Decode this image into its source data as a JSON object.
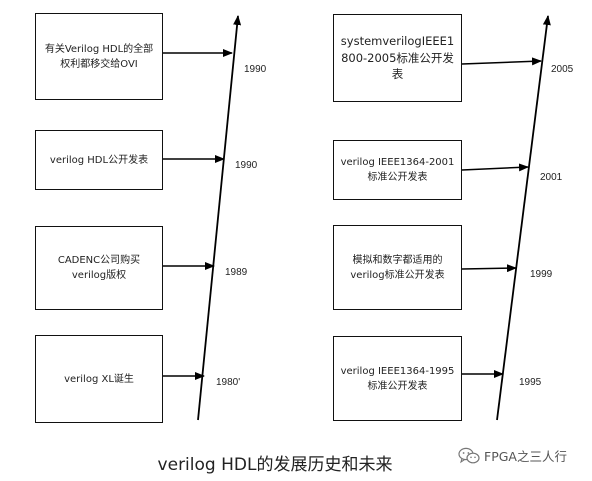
{
  "left_timeline": {
    "events": [
      {
        "text": "有关Verilog HDL的全部权利都移交给OVI",
        "year": "1990"
      },
      {
        "text": "verilog HDL公开发表",
        "year": "1990"
      },
      {
        "text": "CADENC公司购买verilog版权",
        "year": "1989"
      },
      {
        "text": "verilog XL诞生",
        "year": "1980'"
      }
    ]
  },
  "right_timeline": {
    "events": [
      {
        "text": "systemverilogIEEE1800-2005标准公开发表",
        "year": "2005"
      },
      {
        "text": "verilog IEEE1364-2001标准公开发表",
        "year": "2001"
      },
      {
        "text": "模拟和数字都适用的verilog标准公开发表",
        "year": "1999"
      },
      {
        "text": "verilog IEEE1364-1995标准公开发表",
        "year": "1995"
      }
    ]
  },
  "caption": "verilog HDL的发展历史和未来",
  "watermark": {
    "text": "FPGA之三人行",
    "icon": "wechat-icon"
  }
}
